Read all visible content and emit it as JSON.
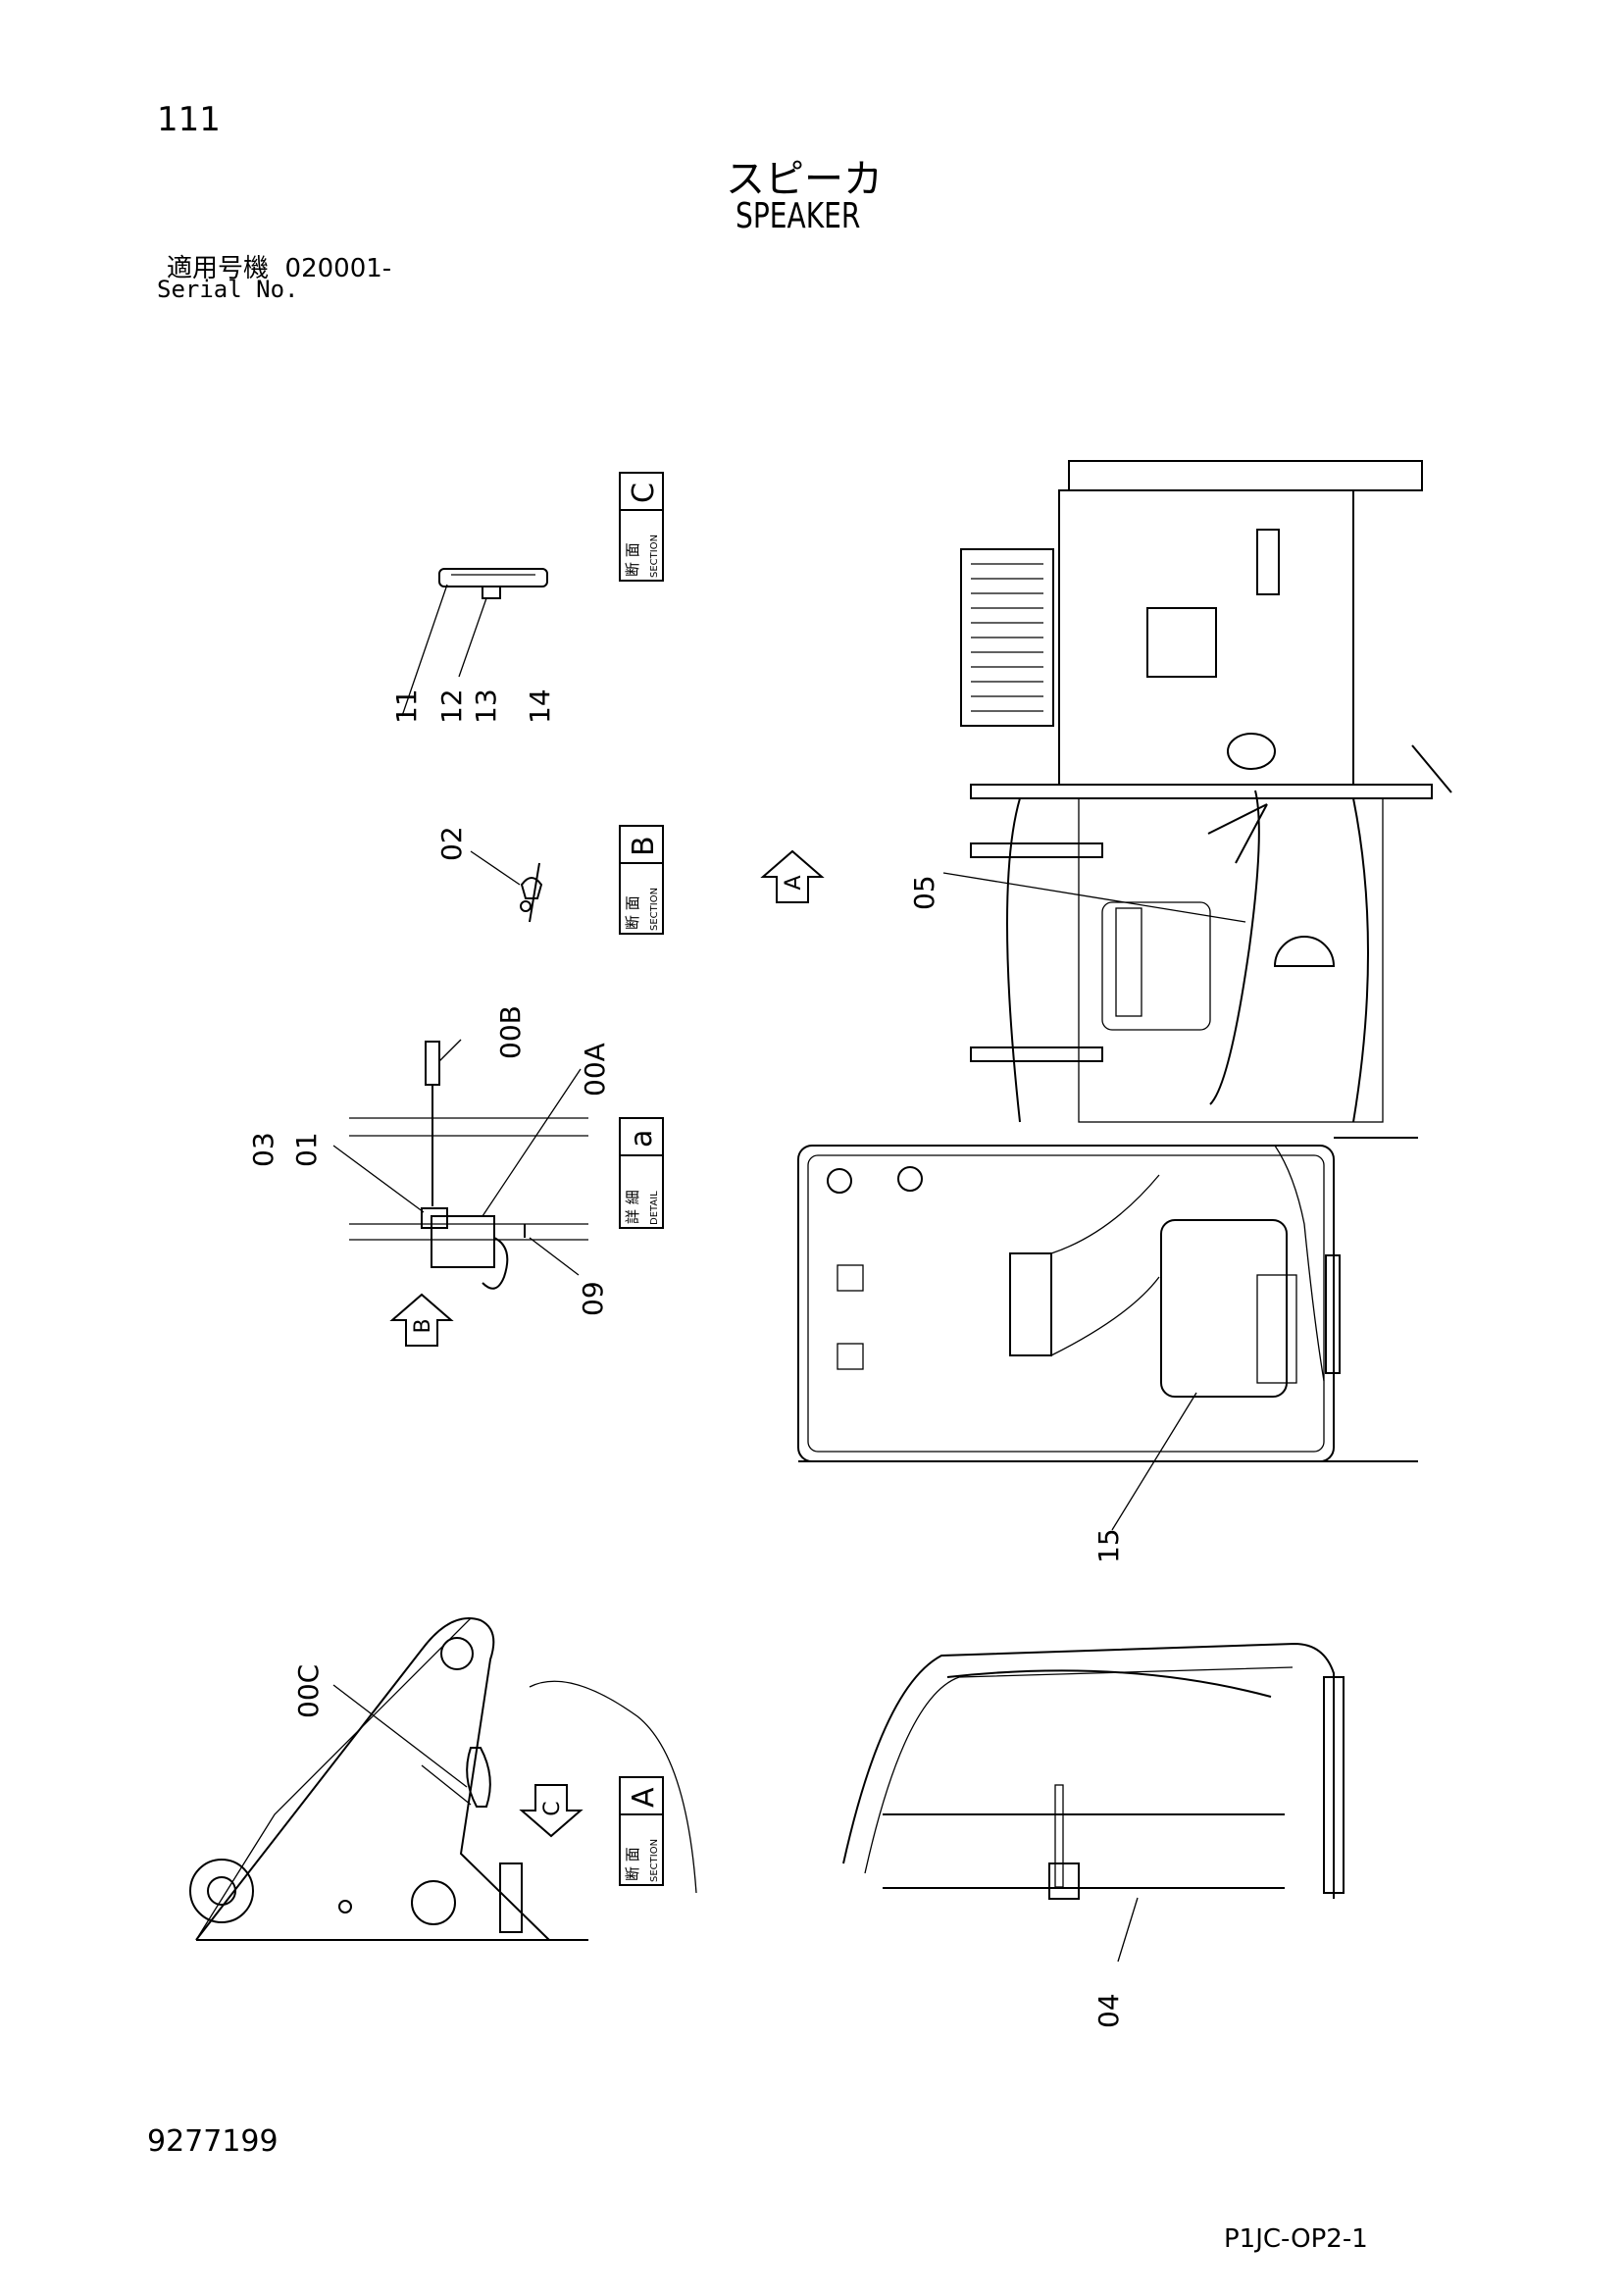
{
  "page": {
    "page_number": "111",
    "title_jp": "スピーカ",
    "title_en": "SPEAKER",
    "serial_label_jp": "適用号機  020001-",
    "serial_label_en": "Serial No.",
    "document_number": "9277199",
    "footer_code": "P1JC-OP2-1"
  },
  "sections": [
    {
      "kanji": "断 面",
      "small": "SECTION",
      "letter": "C"
    },
    {
      "kanji": "断 面",
      "small": "SECTION",
      "letter": "B"
    },
    {
      "kanji": "詳 細",
      "small": "DETAIL",
      "letter": "a"
    },
    {
      "kanji": "断 面",
      "small": "SECTION",
      "letter": "A"
    }
  ],
  "view_arrows": {
    "a": "A",
    "b": "B",
    "c": "C"
  },
  "callouts": {
    "c11": "11",
    "c12": "12",
    "c13": "13",
    "c14": "14",
    "c02": "02",
    "c00B": "00B",
    "c00A": "00A",
    "c03": "03",
    "c01": "01",
    "c09": "09",
    "c05": "05",
    "c15": "15",
    "c00C": "00C",
    "c04": "04"
  }
}
